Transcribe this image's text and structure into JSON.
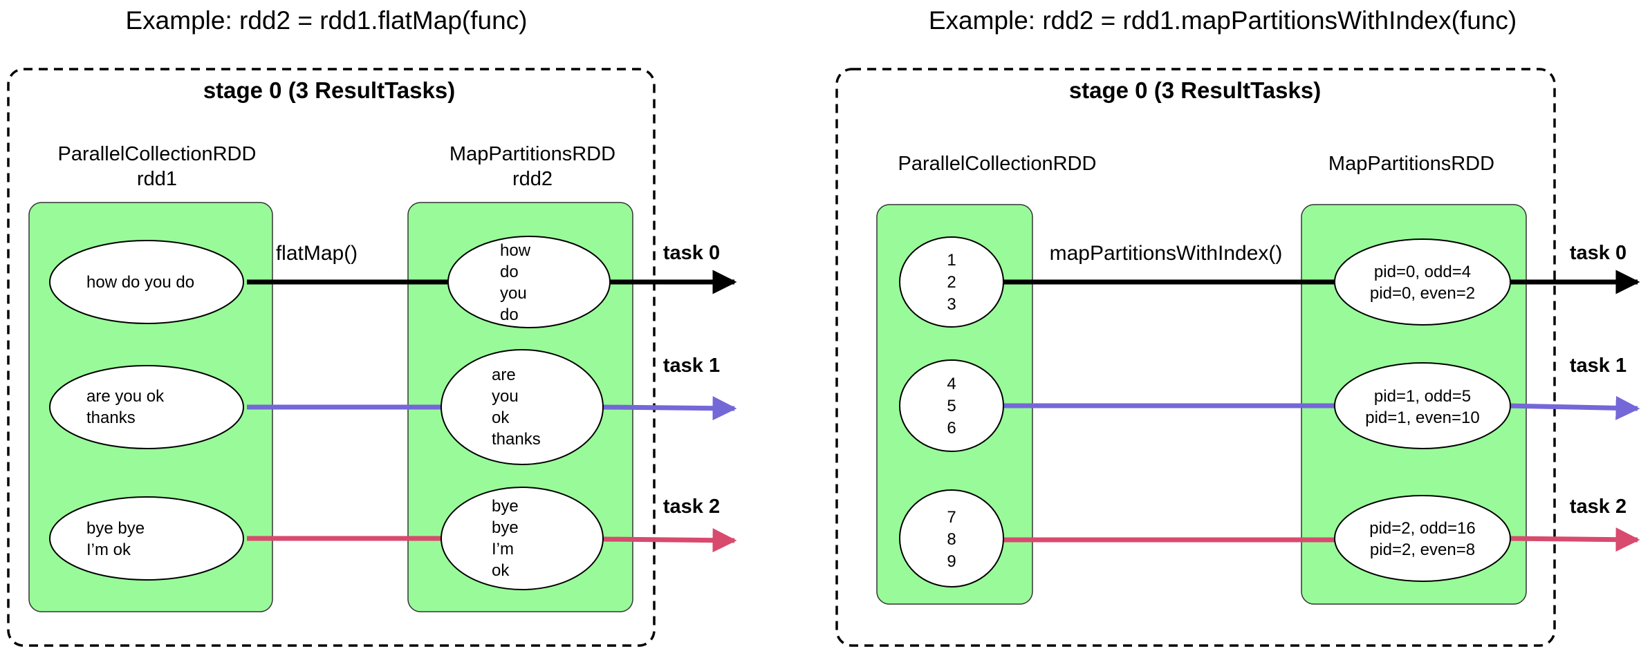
{
  "colors": {
    "rdd_fill": "#99FA99",
    "task0": "#000000",
    "task1": "#7467D8",
    "task2": "#D84A6E"
  },
  "left": {
    "title": "Example: rdd2 = rdd1.flatMap(func)",
    "stage": "stage 0 (3 ResultTasks)",
    "source_rdd": {
      "name": "ParallelCollectionRDD",
      "var": "rdd1"
    },
    "target_rdd": {
      "name": "MapPartitionsRDD",
      "var": "rdd2"
    },
    "func": "flatMap()",
    "partitions": [
      {
        "source": [
          "how do you do"
        ],
        "target": [
          "how",
          "do",
          "you",
          "do"
        ],
        "task": "task 0"
      },
      {
        "source": [
          "are you ok",
          "thanks"
        ],
        "target": [
          "are",
          "you",
          "ok",
          "thanks"
        ],
        "task": "task 1"
      },
      {
        "source": [
          "bye bye",
          "I’m ok"
        ],
        "target": [
          "bye",
          "bye",
          "I’m",
          "ok"
        ],
        "task": "task 2"
      }
    ]
  },
  "right": {
    "title": "Example: rdd2 = rdd1.mapPartitionsWithIndex(func)",
    "stage": "stage 0 (3 ResultTasks)",
    "source_rdd": {
      "name": "ParallelCollectionRDD"
    },
    "target_rdd": {
      "name": "MapPartitionsRDD"
    },
    "func": "mapPartitionsWithIndex()",
    "partitions": [
      {
        "source": [
          "1",
          "2",
          "3"
        ],
        "target": [
          "pid=0, odd=4",
          "pid=0, even=2"
        ],
        "task": "task 0"
      },
      {
        "source": [
          "4",
          "5",
          "6"
        ],
        "target": [
          "pid=1, odd=5",
          "pid=1, even=10"
        ],
        "task": "task 1"
      },
      {
        "source": [
          "7",
          "8",
          "9"
        ],
        "target": [
          "pid=2, odd=16",
          "pid=2, even=8"
        ],
        "task": "task 2"
      }
    ]
  }
}
